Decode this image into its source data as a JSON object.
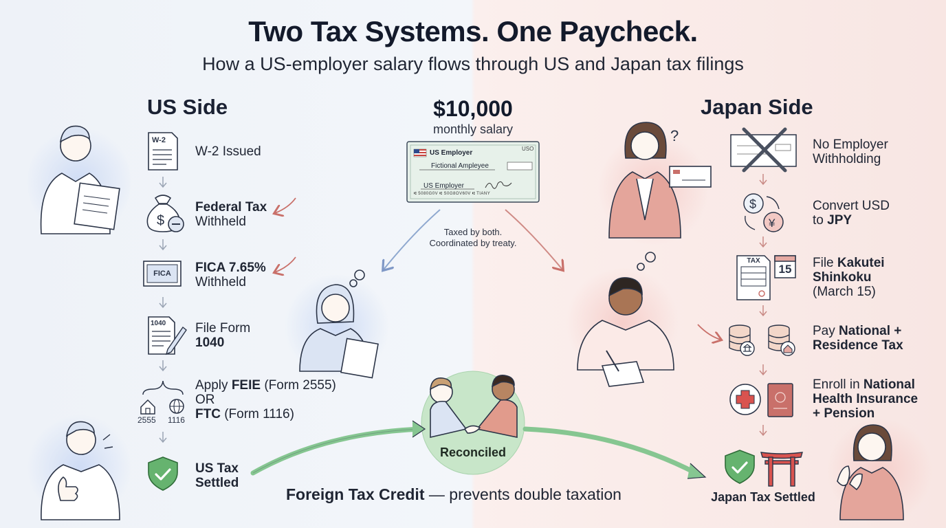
{
  "header": {
    "title": "Two Tax Systems. One Paycheck.",
    "subtitle": "How a US-employer salary flows through US and Japan tax filings"
  },
  "center": {
    "amount": "$10,000",
    "amount_label": "monthly salary",
    "check": {
      "employer": "US Employer",
      "payee": "Fictional Ampleyee",
      "memo": "US Employer",
      "corner": "USO",
      "micr": "⑆ 5080G0V ⑆ S0G8OV60V ⑆ TIANY"
    },
    "note_line1": "Taxed by both.",
    "note_line2": "Coordinated by treaty.",
    "reconciled": "Reconciled",
    "bottom_bold": "Foreign Tax Credit",
    "bottom_rest": " — prevents double taxation"
  },
  "us": {
    "heading": "US Side",
    "icon_w2": "W-2",
    "icon_fica": "FICA",
    "icon_1040": "1040",
    "steps": {
      "w2": "W-2 Issued",
      "federal_a": "Federal Tax",
      "federal_b": "Withheld",
      "fica_a": "FICA 7.65%",
      "fica_b": "Withheld",
      "form_a": "File Form",
      "form_b": "1040",
      "apply_pre": "Apply ",
      "apply_bold": "FEIE",
      "apply_post": " (Form 2555)",
      "apply_or": "OR",
      "ftc_bold": "FTC",
      "ftc_post": " (Form 1116)",
      "settled_a": "US Tax",
      "settled_b": "Settled"
    },
    "form_2555": "2555",
    "form_1116": "1116"
  },
  "jp": {
    "heading": "Japan Side",
    "icon_tax": "TAX",
    "icon_15": "15",
    "steps": {
      "no_employer_a": "No Employer",
      "no_employer_b": "Withholding",
      "convert_a": "Convert USD",
      "convert_b_pre": "to ",
      "convert_b_bold": "JPY",
      "file_pre": "File ",
      "file_bold_a": "Kakutei",
      "file_bold_b": "Shinkoku",
      "file_date": "(March 15)",
      "pay_pre": "Pay ",
      "pay_bold_a": "National +",
      "pay_bold_b": "Residence Tax",
      "enroll_pre": "Enroll in ",
      "enroll_bold_a": "National",
      "enroll_bold_b": "Health Insurance",
      "enroll_bold_c": "+ Pension",
      "settled": "Japan Tax Settled"
    }
  },
  "colors": {
    "us_accent": "#6f8fc9",
    "jp_accent": "#c76b66",
    "green": "#5aa466",
    "arrow_green": "#7fbf8a"
  }
}
